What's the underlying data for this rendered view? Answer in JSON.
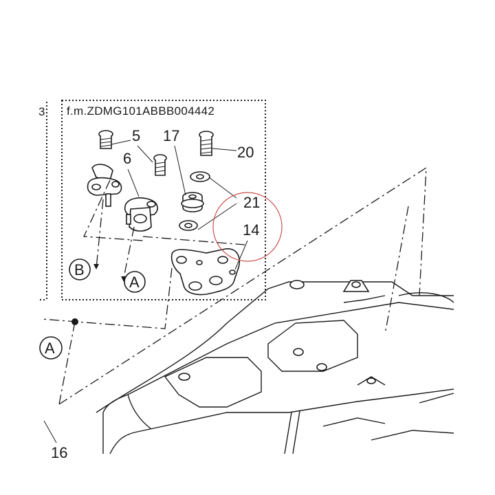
{
  "diagram": {
    "frame_caption": "f.m.ZDMG101ABBB004442",
    "part_numbers": {
      "p5": "5",
      "p6": "6",
      "p14": "14",
      "p16": "16",
      "p17": "17",
      "p20": "20",
      "p21": "21"
    },
    "connectors": {
      "a_inner": "A",
      "b_inner": "B",
      "a_outer": "A"
    },
    "highlight_color": "#c9504f",
    "line_color": "#1a1a1a"
  }
}
